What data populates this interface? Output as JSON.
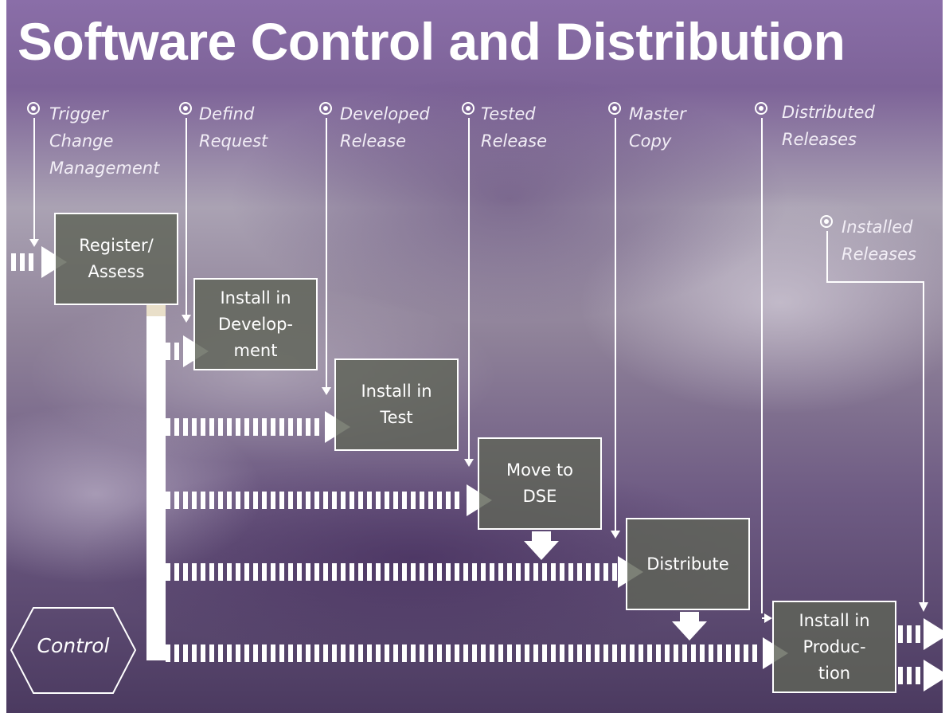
{
  "title": "Software Control and Distribution",
  "inputs": [
    {
      "id": "trigger",
      "text": "Trigger\nChange\nManagement"
    },
    {
      "id": "defind",
      "text": "Defind\nRequest"
    },
    {
      "id": "developed",
      "text": "Developed\nRelease"
    },
    {
      "id": "tested",
      "text": "Tested\nRelease"
    },
    {
      "id": "master",
      "text": "Master\nCopy"
    },
    {
      "id": "distributed",
      "text": "Distributed\nReleases"
    },
    {
      "id": "installed",
      "text": "Installed\nReleases"
    }
  ],
  "steps": [
    {
      "id": "register",
      "text": "Register/\nAssess"
    },
    {
      "id": "install-dev",
      "text": "Install in\nDevelop-\nment"
    },
    {
      "id": "install-test",
      "text": "Install in\nTest"
    },
    {
      "id": "move-dse",
      "text": "Move to\nDSE"
    },
    {
      "id": "distribute",
      "text": "Distribute"
    },
    {
      "id": "install-prod",
      "text": "Install in\nProduc-\ntion"
    }
  ],
  "control": "Control",
  "colors": {
    "accent": "#ffffff",
    "box_fill": "#5f6458",
    "background_top": "#8a6ea8",
    "background_bottom": "#4b3a60"
  }
}
